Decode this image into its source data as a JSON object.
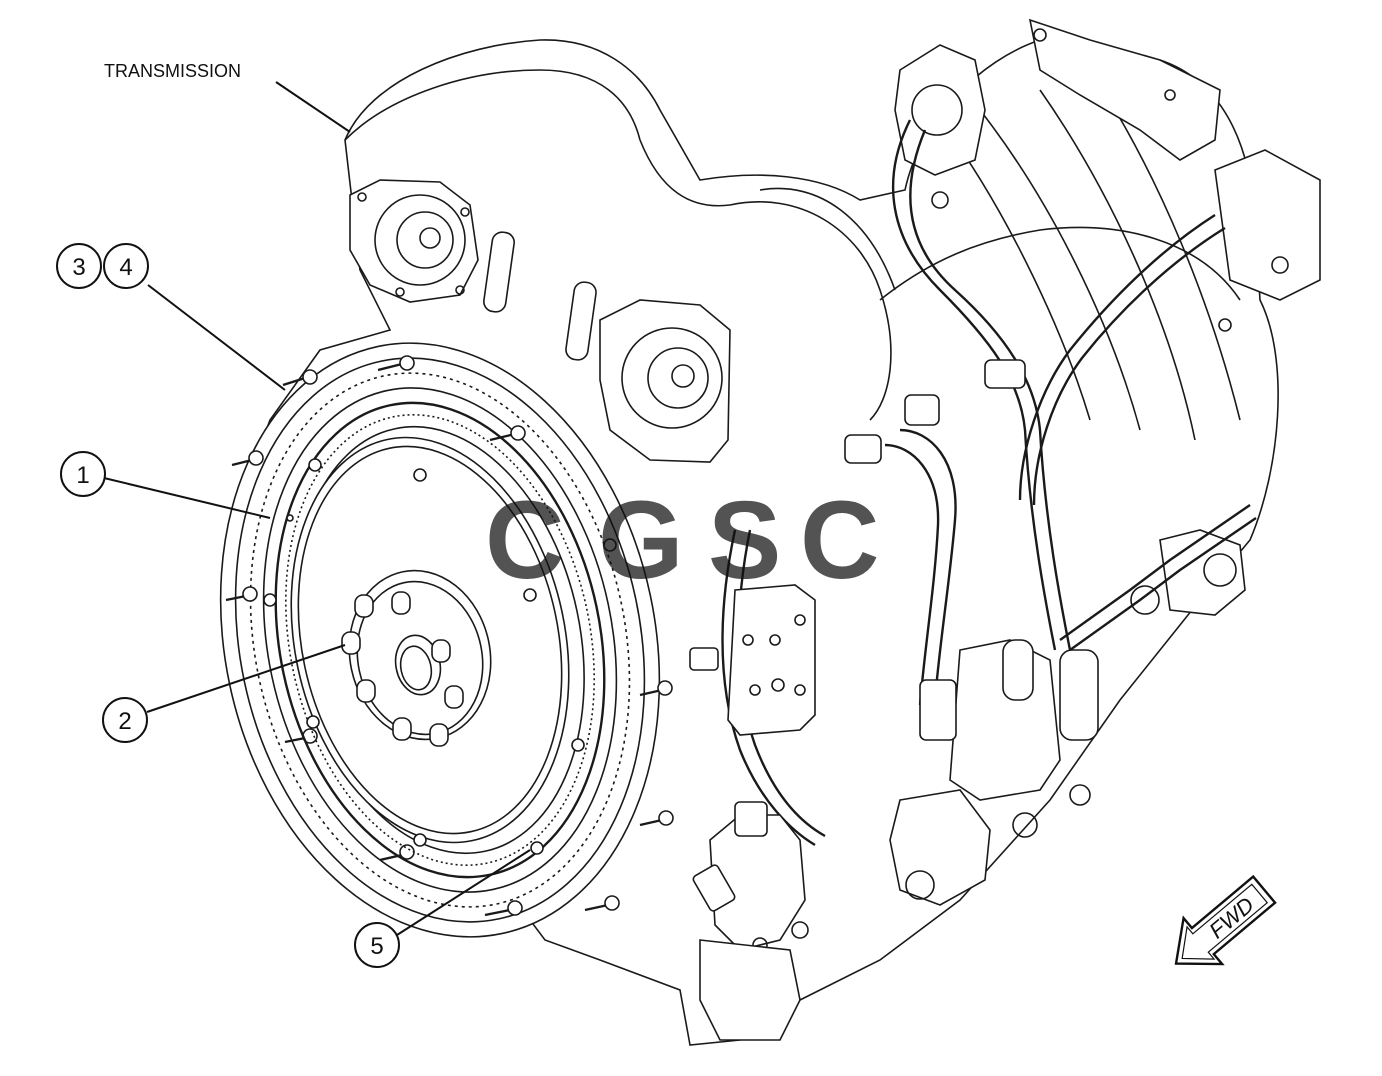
{
  "labels": {
    "transmission": "TRANSMISSION",
    "fwd": "FWD"
  },
  "callouts": {
    "c1": "1",
    "c2": "2",
    "c3": "3",
    "c4": "4",
    "c5": "5"
  },
  "watermark": {
    "letters": [
      "C",
      "G",
      "S",
      "C"
    ],
    "colors": [
      "#4285f4",
      "#ea4335",
      "#fbbc05",
      "#34a853"
    ]
  },
  "icons": {
    "direction_arrow": "fwd-arrow-icon"
  }
}
